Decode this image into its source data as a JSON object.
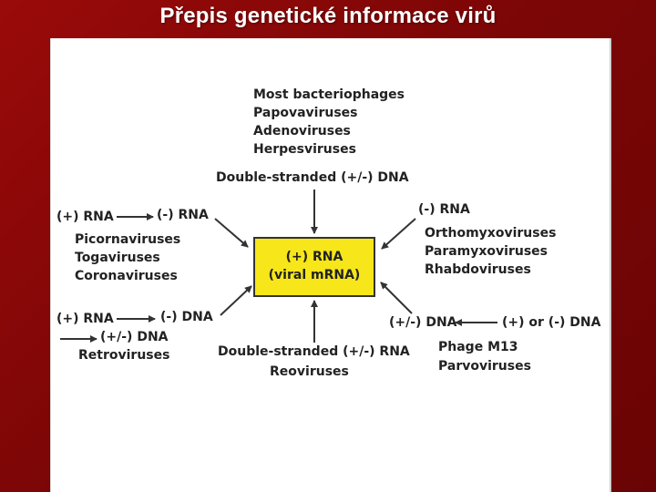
{
  "slide": {
    "title": "Přepis genetické informace virů",
    "background_color": "#8b0808",
    "accent_box_color": "#f6e61a"
  },
  "diagram": {
    "center": {
      "line1": "(+) RNA",
      "line2": "(viral mRNA)"
    },
    "top": {
      "examples": [
        "Most bacteriophages",
        "Papovaviruses",
        "Adenoviruses",
        "Herpesviruses"
      ],
      "genome": "Double-stranded (+/-) DNA"
    },
    "left_upper": {
      "from": "(+) RNA",
      "to": "(-) RNA",
      "examples": [
        "Picornaviruses",
        "Togaviruses",
        "Coronaviruses"
      ]
    },
    "left_lower": {
      "from": "(+) RNA",
      "to": "(-) DNA",
      "intermediate": "(+/-) DNA",
      "examples": [
        "Retroviruses"
      ]
    },
    "bottom": {
      "genome": "Double-stranded (+/-) RNA",
      "examples": [
        "Reoviruses"
      ]
    },
    "right_upper": {
      "genome": "(-) RNA",
      "examples": [
        "Orthomyxoviruses",
        "Paramyxoviruses",
        "Rhabdoviruses"
      ]
    },
    "right_lower": {
      "from": "(+) or (-) DNA",
      "to": "(+/-) DNA",
      "examples": [
        "Phage M13",
        "Parvoviruses"
      ]
    }
  }
}
